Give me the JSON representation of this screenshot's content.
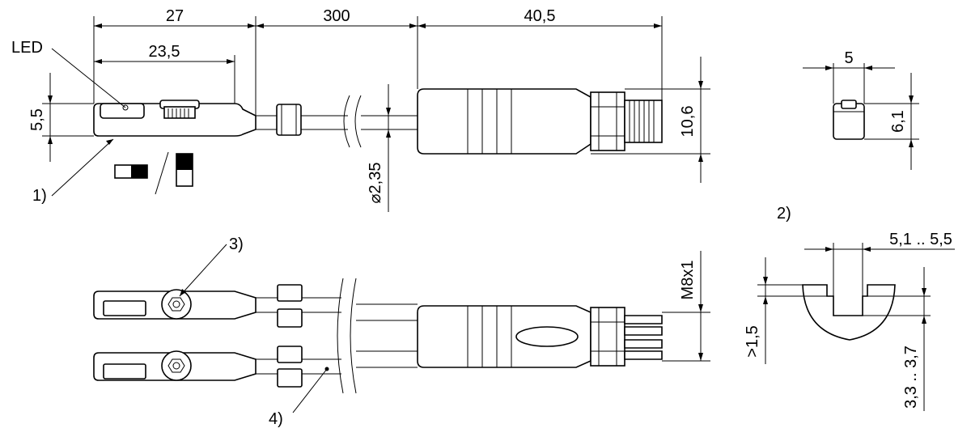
{
  "labels": {
    "dim_27": "27",
    "dim_300": "300",
    "dim_40_5": "40,5",
    "dim_23_5": "23,5",
    "dim_5_5": "5,5",
    "dim_10_6": "10,6",
    "dim_dia_2_35": "⌀2,35",
    "dim_5": "5",
    "dim_6_1": "6,1",
    "dim_5_1_5_5": "5,1 .. 5,5",
    "dim_m8x1": "M8x1",
    "dim_gt_1_5": ">1,5",
    "dim_3_3_3_7": "3,3 .. 3,7",
    "led": "LED",
    "note_1": "1)",
    "note_2": "2)",
    "note_3": "3)",
    "note_4": "4)"
  }
}
